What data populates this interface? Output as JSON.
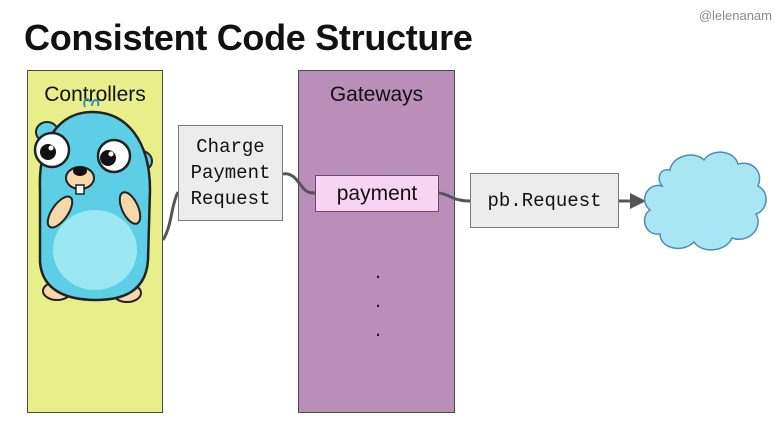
{
  "slide": {
    "title": "Consistent Code Structure",
    "handle": "@lelenanam"
  },
  "columns": {
    "controllers": "Controllers",
    "gateways": "Gateways"
  },
  "nodes": {
    "charge_payment_request": [
      "Charge",
      "Payment",
      "Request"
    ],
    "payment": "payment",
    "pb_request": "pb.Request",
    "ellipsis": [
      ".",
      ".",
      "."
    ]
  },
  "colors": {
    "controllers_bg": "#e8ee8a",
    "gateways_bg": "#b98fb9",
    "payment_bg": "#f7d4f3",
    "box_bg": "#ececec",
    "cloud": "#a9e6f4"
  },
  "icons": {
    "mascot": "gopher-icon",
    "destination": "cloud-icon"
  }
}
